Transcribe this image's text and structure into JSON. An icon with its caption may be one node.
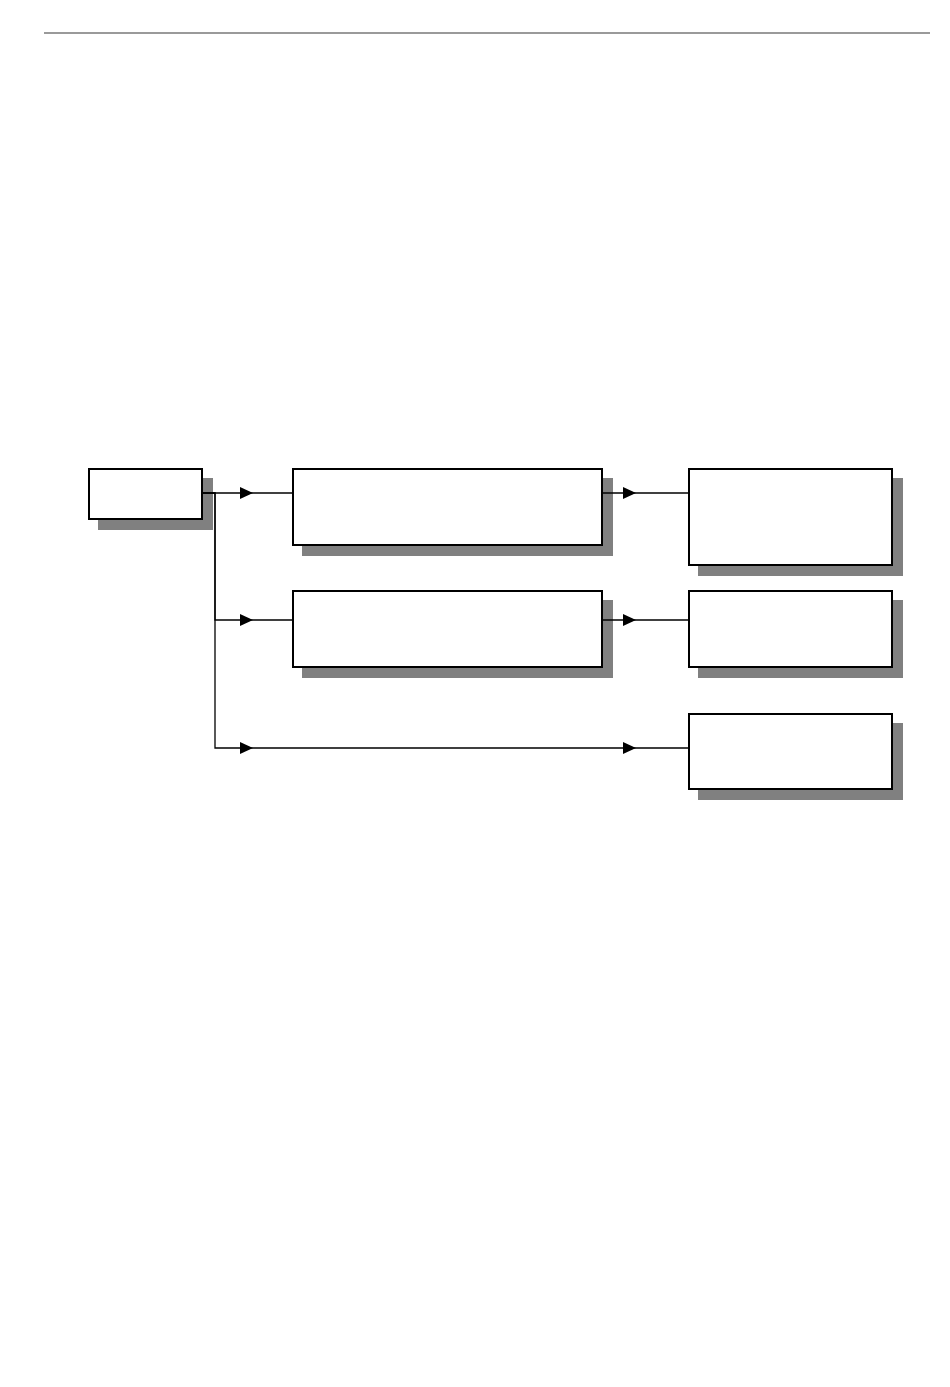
{
  "diagram": {
    "nodes": [
      {
        "text": [],
        "shape": "box"
      },
      {
        "text": [],
        "shape": "box"
      },
      {
        "text": [],
        "shape": "box"
      },
      {
        "text": [],
        "shape": "box"
      },
      {
        "text": [],
        "shape": "box"
      },
      {
        "text": [],
        "shape": "box"
      }
    ],
    "edges": [
      {
        "from": 0,
        "to": 1,
        "arrow": "to"
      },
      {
        "from": 1,
        "to": 2,
        "arrow": "to"
      },
      {
        "from": 0,
        "to": 3,
        "arrow": "to"
      },
      {
        "from": 3,
        "to": 4,
        "arrow": "to"
      },
      {
        "from": 0,
        "to": 5,
        "arrow": "to"
      }
    ]
  }
}
